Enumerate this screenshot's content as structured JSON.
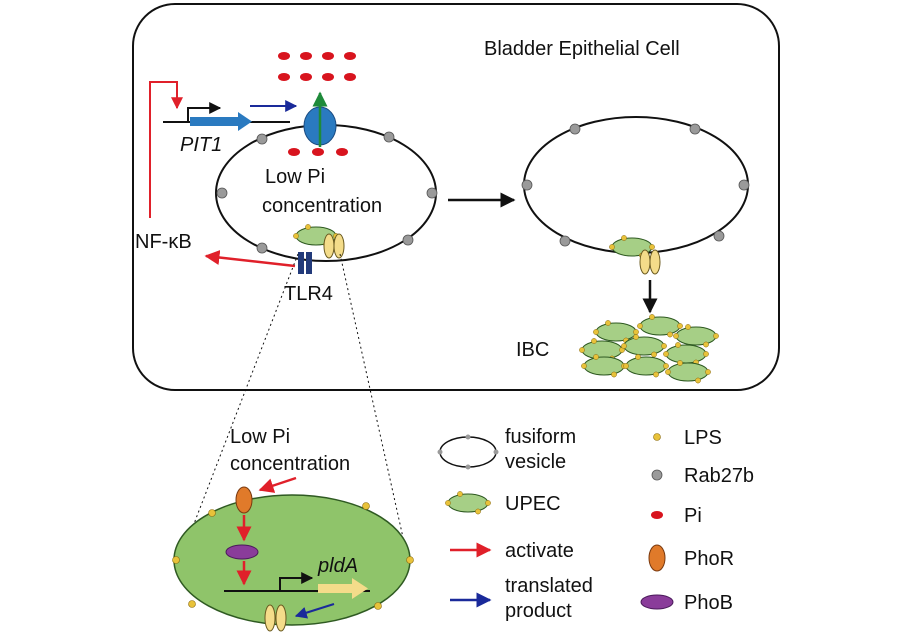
{
  "cell": {
    "title": "Bladder Epithelial Cell",
    "vesicle_label_line1": "Low Pi",
    "vesicle_label_line2": "concentration",
    "gene_label": "PIT1",
    "nfkb_label": "NF-κB",
    "tlr4_label": "TLR4",
    "ibc_label": "IBC"
  },
  "zoom": {
    "label_line1": "Low Pi",
    "label_line2": "concentration",
    "gene_label": "pldA"
  },
  "legend": {
    "items": [
      {
        "name": "fusiform-vesicle",
        "line1": "fusiform",
        "line2": "vesicle"
      },
      {
        "name": "upec",
        "line1": "UPEC",
        "line2": ""
      },
      {
        "name": "activate",
        "line1": "activate",
        "line2": ""
      },
      {
        "name": "translated-product",
        "line1": "translated",
        "line2": "product"
      },
      {
        "name": "lps",
        "line1": "LPS",
        "line2": ""
      },
      {
        "name": "rab27b",
        "line1": "Rab27b",
        "line2": ""
      },
      {
        "name": "pi",
        "line1": "Pi",
        "line2": ""
      },
      {
        "name": "phor",
        "line1": "PhoR",
        "line2": ""
      },
      {
        "name": "phob",
        "line1": "PhoB",
        "line2": ""
      }
    ]
  },
  "colors": {
    "activate_arrow": "#e0202a",
    "translated_arrow": "#1a2a9a",
    "export_arrow": "#1e8a3a",
    "pi": "#d8141e",
    "upec_fill": "#a6cf86",
    "lps": "#e8c23a",
    "rab27b": "#9a9a9a",
    "phor": "#e07a2a",
    "phob": "#8a3c9a",
    "transporter": "#2a7ac0",
    "pldA_gene": "#f4dc8a",
    "pit1_gene": "#2a7ac0",
    "tlr4": "#223a7a",
    "zoom_fill": "#8fc46a"
  }
}
